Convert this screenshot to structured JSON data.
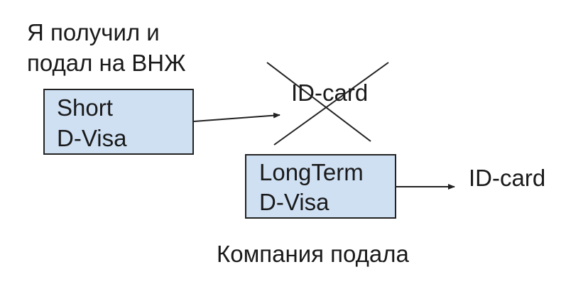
{
  "caption_top": {
    "line1": "Я получил и",
    "line2": "подал на ВНЖ"
  },
  "short_visa": {
    "line1": "Short",
    "line2": "D-Visa",
    "fill": "#cfe0f3"
  },
  "crossed_idcard": {
    "label": "ID-card"
  },
  "longterm_visa": {
    "line1": "LongTerm",
    "line2": "D-Visa",
    "fill": "#cfe0f3"
  },
  "result_idcard": {
    "label": "ID-card"
  },
  "caption_bottom": {
    "text": "Компания подала"
  }
}
